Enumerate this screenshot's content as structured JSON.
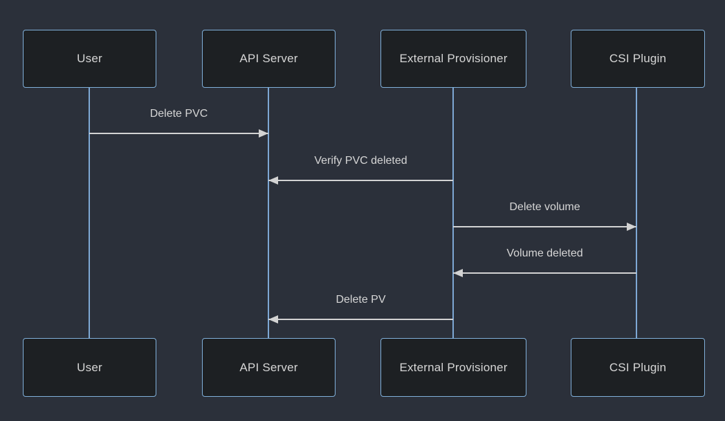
{
  "diagram": {
    "type": "sequence-diagram",
    "colors": {
      "background": "#2b303a",
      "actor_fill": "#1d2023",
      "actor_border": "#81b1db",
      "actor_text": "#d6d6d6",
      "lifeline": "#7ea8d5",
      "message_line": "#d3d3d3",
      "message_text": "#d6d6d6"
    },
    "actors": [
      {
        "name": "User"
      },
      {
        "name": "API Server"
      },
      {
        "name": "External Provisioner"
      },
      {
        "name": "CSI Plugin"
      }
    ],
    "messages": [
      {
        "label": "Delete PVC",
        "from": "User",
        "to": "API Server",
        "direction": "right"
      },
      {
        "label": "Verify PVC deleted",
        "from": "External Provisioner",
        "to": "API Server",
        "direction": "left"
      },
      {
        "label": "Delete volume",
        "from": "External Provisioner",
        "to": "CSI Plugin",
        "direction": "right"
      },
      {
        "label": "Volume deleted",
        "from": "CSI Plugin",
        "to": "External Provisioner",
        "direction": "left"
      },
      {
        "label": "Delete PV",
        "from": "External Provisioner",
        "to": "API Server",
        "direction": "left"
      }
    ]
  }
}
